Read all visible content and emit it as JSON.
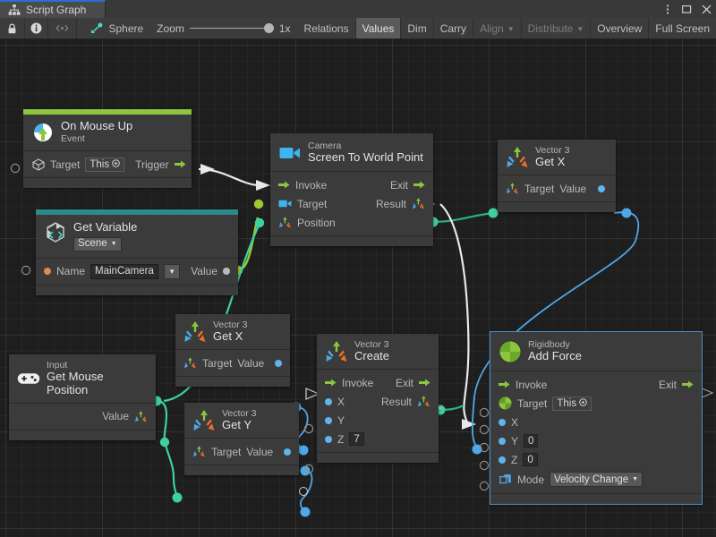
{
  "window": {
    "tab_label": "Script Graph",
    "tab_icon": "script-graph-icon",
    "menu_icon": "kebab-menu-icon",
    "maximize_icon": "maximize-icon",
    "close_icon": "close-icon"
  },
  "toolbar": {
    "lock_icon": "lock-icon",
    "info_icon": "info-icon",
    "code_icon": "code-brackets-icon",
    "target_icon": "graph-target-icon",
    "target_label": "Sphere",
    "zoom_label": "Zoom",
    "zoom_value": "1x",
    "buttons": [
      {
        "label": "Relations",
        "state": "normal"
      },
      {
        "label": "Values",
        "state": "pressed"
      },
      {
        "label": "Dim",
        "state": "normal"
      },
      {
        "label": "Carry",
        "state": "normal"
      },
      {
        "label": "Align",
        "state": "dim",
        "caret": true
      },
      {
        "label": "Distribute",
        "state": "dim",
        "caret": true
      },
      {
        "label": "Overview",
        "state": "normal"
      },
      {
        "label": "Full Screen",
        "state": "normal"
      }
    ]
  },
  "colors": {
    "accent_green": "#8cc63e",
    "accent_teal": "#2d8a8a",
    "wire_flow": "#e8e8e8",
    "wire_vector": "#3fd0a0",
    "wire_float": "#4ea8e8",
    "wire_object": "#9acb2e",
    "node_bg": "#3b3b3b",
    "canvas_bg": "#1e1e1e",
    "selection": "#4d8fc4"
  },
  "nodes": {
    "on_mouse_up": {
      "subtitle": "On Mouse Up",
      "title": "Event",
      "icon": "mouse-up-event-icon",
      "accent": "#8cc63e",
      "rows": [
        {
          "port_icon": "cube-icon",
          "label": "Target",
          "field": "This",
          "field_icon": "target-picker-icon",
          "out_label": "Trigger",
          "out_icon": "flow-arrow-icon"
        }
      ]
    },
    "get_variable": {
      "subtitle": "Get Variable",
      "title": "",
      "icon": "unity-variable-icon",
      "accent": "#2d8a8a",
      "dropdown": "Scene",
      "rows": [
        {
          "port_icon": "string-dot-icon",
          "label": "Name",
          "field": "MainCamera",
          "out_label": "Value",
          "out_icon": "object-dot-icon"
        }
      ]
    },
    "camera_screen_to_world": {
      "subtitle": "Camera",
      "title": "Screen To World Point",
      "icon": "camera-icon",
      "rows": [
        {
          "in_icon": "flow-arrow-icon",
          "in_label": "Invoke",
          "out_label": "Exit",
          "out_icon": "flow-arrow-icon"
        },
        {
          "in_icon": "camera-icon",
          "in_label": "Target",
          "out_label": "Result",
          "out_icon": "vector3-icon"
        },
        {
          "in_icon": "vector3-icon",
          "in_label": "Position",
          "out_label": "",
          "out_icon": ""
        }
      ]
    },
    "vector3_get_x_top": {
      "subtitle": "Vector 3",
      "title": "Get X",
      "icon": "vector3-icon",
      "rows": [
        {
          "in_icon": "vector3-icon",
          "in_label": "Target",
          "out_label": "Value",
          "out_icon": "float-dot-icon"
        }
      ]
    },
    "vector3_get_x_mid": {
      "subtitle": "Vector 3",
      "title": "Get X",
      "icon": "vector3-icon",
      "rows": [
        {
          "in_icon": "vector3-icon",
          "in_label": "Target",
          "out_label": "Value",
          "out_icon": "float-dot-icon"
        }
      ]
    },
    "vector3_get_y": {
      "subtitle": "Vector 3",
      "title": "Get Y",
      "icon": "vector3-icon",
      "rows": [
        {
          "in_icon": "vector3-icon",
          "in_label": "Target",
          "out_label": "Value",
          "out_icon": "float-dot-icon"
        }
      ]
    },
    "input_get_mouse_position": {
      "subtitle": "Input",
      "title": "Get Mouse Position",
      "icon": "gamepad-icon",
      "rows": [
        {
          "out_label": "Value",
          "out_icon": "vector3-icon"
        }
      ]
    },
    "vector3_create": {
      "subtitle": "Vector 3",
      "title": "Create",
      "icon": "vector3-icon",
      "rows": [
        {
          "in_icon": "flow-arrow-icon",
          "in_label": "Invoke",
          "out_label": "Exit",
          "out_icon": "flow-arrow-icon"
        },
        {
          "in_icon": "float-dot-icon",
          "in_label": "X",
          "out_label": "Result",
          "out_icon": "vector3-icon"
        },
        {
          "in_icon": "float-dot-icon",
          "in_label": "Y"
        },
        {
          "in_icon": "float-dot-icon",
          "in_label": "Z",
          "value": "7"
        }
      ]
    },
    "rigidbody_add_force": {
      "subtitle": "Rigidbody",
      "title": "Add Force",
      "icon": "rigidbody-icon",
      "selected": true,
      "rows": [
        {
          "in_icon": "flow-arrow-icon",
          "in_label": "Invoke",
          "out_label": "Exit",
          "out_icon": "flow-arrow-icon"
        },
        {
          "in_icon": "rigidbody-icon",
          "in_label": "Target",
          "field": "This",
          "field_icon": "target-picker-icon"
        },
        {
          "in_icon": "float-dot-icon",
          "in_label": "X"
        },
        {
          "in_icon": "float-dot-icon",
          "in_label": "Y",
          "value": "0"
        },
        {
          "in_icon": "float-dot-icon",
          "in_label": "Z",
          "value": "0"
        },
        {
          "in_icon": "enum-icon",
          "in_label": "Mode",
          "dropdown": "Velocity Change"
        }
      ]
    }
  }
}
